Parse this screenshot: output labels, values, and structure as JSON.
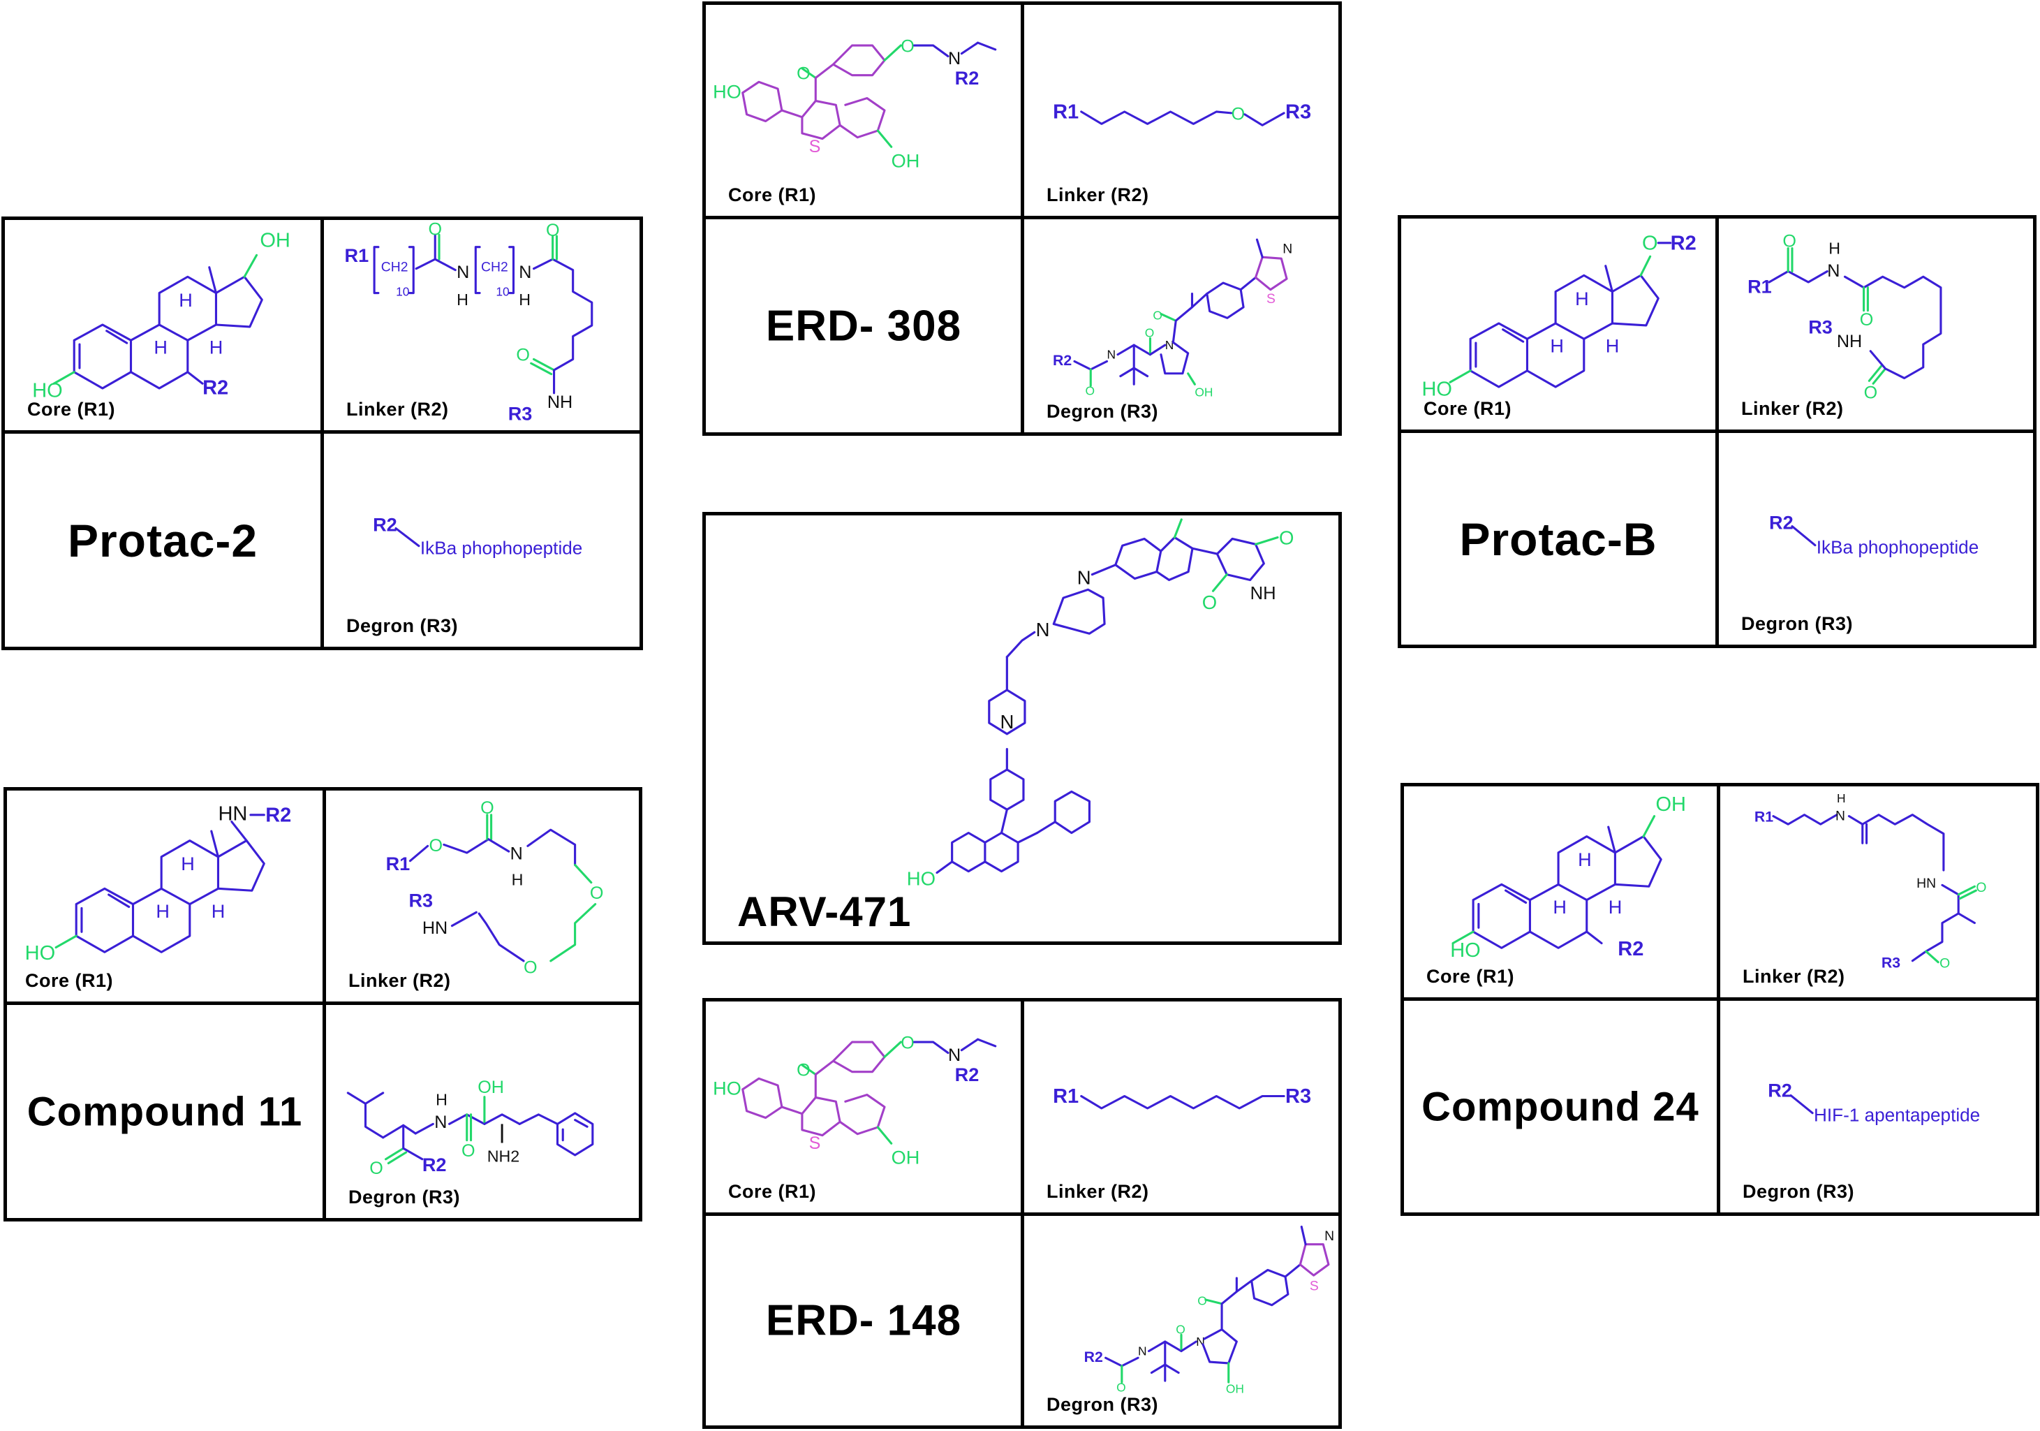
{
  "captions": {
    "core": "Core (R1)",
    "linker": "Linker (R2)",
    "degron": "Degron (R3)"
  },
  "groups": {
    "g": "R",
    "r1": "R1",
    "r2": "R2",
    "r3": "R3",
    "oh": "OH",
    "ho": "HO",
    "o": "O",
    "n": "N",
    "h": "H",
    "nh": "NH",
    "hn": "HN",
    "nh2": "NH2",
    "s": "S",
    "ch2": "CH2",
    "n10": "10"
  },
  "compounds": {
    "protac2": {
      "name": "Protac-2",
      "degron": "IkBa phophopeptide"
    },
    "protacB": {
      "name": "Protac-B",
      "degron": "IkBa phophopeptide"
    },
    "compound11": {
      "name": "Compound 11"
    },
    "compound24": {
      "name": "Compound 24",
      "degron": "HIF-1 apentapeptide"
    },
    "erd308": {
      "name": "ERD- 308"
    },
    "erd148": {
      "name": "ERD- 148"
    },
    "arv471": {
      "name": "ARV-471"
    }
  },
  "colors": {
    "blue": "#3a1fd6",
    "green": "#22d86a",
    "purple": "#a23fc8",
    "pink": "#e25bd6",
    "black": "#111111"
  }
}
